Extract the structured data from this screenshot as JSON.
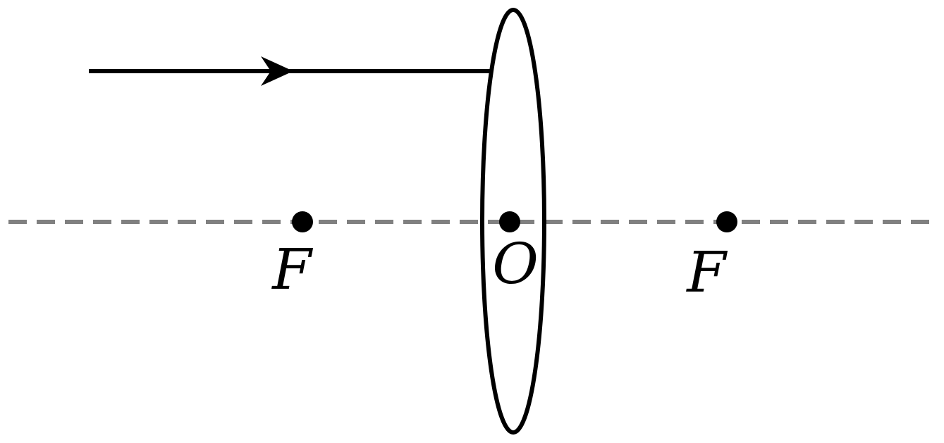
{
  "labels": {
    "focus_left": "F",
    "center": "O",
    "focus_right": "F"
  },
  "colors": {
    "axis": "#808080",
    "ink": "#000000",
    "background": "#ffffff"
  },
  "icons": {
    "ray_arrow": "arrowhead-right-icon"
  }
}
